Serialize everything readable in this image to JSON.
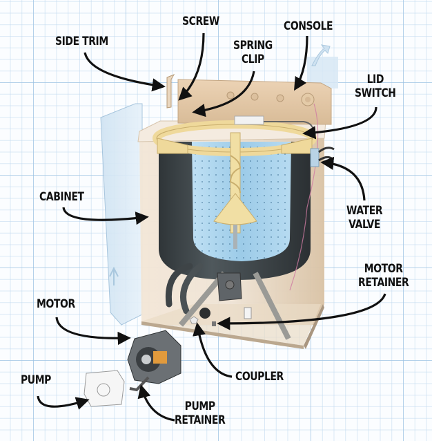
{
  "diagram": {
    "subject": "Top-load washing machine exploded view",
    "colors": {
      "grid_major": "#96bee1",
      "grid_minor": "#bed7ee",
      "cabinet": "#efe2d2",
      "tub": "#3b4246",
      "basket_water": "#a9d2ec",
      "agitator": "#f1dfa4",
      "leader_line": "#111111",
      "motor": "#5a5f63",
      "motor_accent": "#e19a3c"
    },
    "labels": {
      "side_trim": [
        "SIDE TRIM"
      ],
      "screw": [
        "SCREW"
      ],
      "spring_clip": [
        "SPRING",
        "CLIP"
      ],
      "console": [
        "CONSOLE"
      ],
      "lid_switch": [
        "LID",
        "SWITCH"
      ],
      "cabinet": [
        "CABINET"
      ],
      "water_valve": [
        "WATER",
        "VALVE"
      ],
      "motor_retainer": [
        "MOTOR",
        "RETAINER"
      ],
      "motor": [
        "MOTOR"
      ],
      "coupler": [
        "COUPLER"
      ],
      "pump": [
        "PUMP"
      ],
      "pump_retainer": [
        "PUMP",
        "RETAINER"
      ]
    }
  }
}
